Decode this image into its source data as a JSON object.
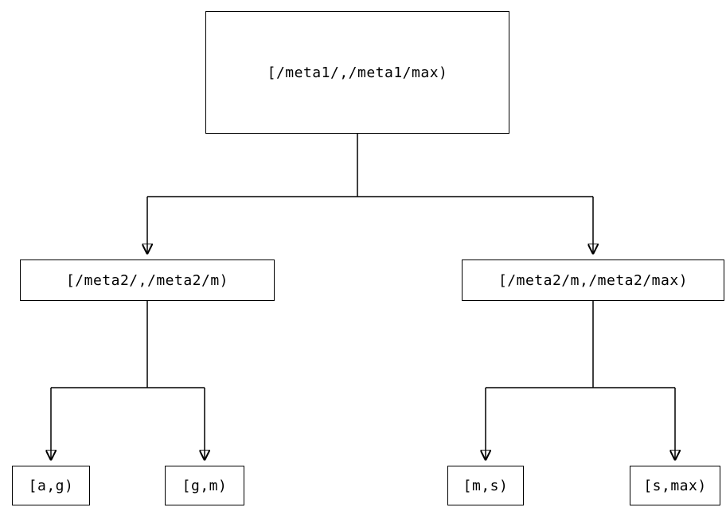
{
  "diagram": {
    "type": "tree",
    "root": {
      "label": "[/meta1/,/meta1/max)"
    },
    "level2": [
      {
        "id": "meta2-left",
        "label": "[/meta2/,/meta2/m)"
      },
      {
        "id": "meta2-right",
        "label": "[/meta2/m,/meta2/max)"
      }
    ],
    "leaves": [
      {
        "label": "[a,g)"
      },
      {
        "label": "[g,m)"
      },
      {
        "label": "[m,s)"
      },
      {
        "label": "[s,max)"
      }
    ],
    "line_color": "#000000",
    "box_border_color": "#000000",
    "background_color": "#ffffff"
  }
}
